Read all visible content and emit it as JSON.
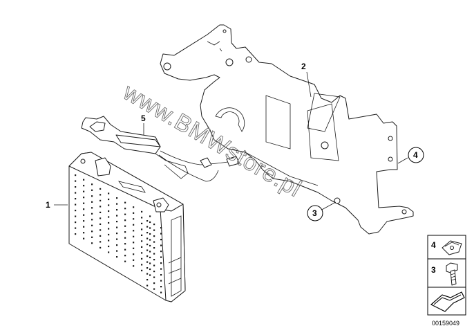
{
  "diagram": {
    "callouts": [
      {
        "id": "1",
        "label": "1"
      },
      {
        "id": "2",
        "label": "2"
      },
      {
        "id": "3",
        "label": "3"
      },
      {
        "id": "4",
        "label": "4"
      },
      {
        "id": "5",
        "label": "5"
      }
    ],
    "legend": [
      {
        "id": "4",
        "label": "4"
      },
      {
        "id": "3",
        "label": "3"
      }
    ],
    "watermark": "www.BMWstore.pl",
    "doc_number": "00159049"
  }
}
